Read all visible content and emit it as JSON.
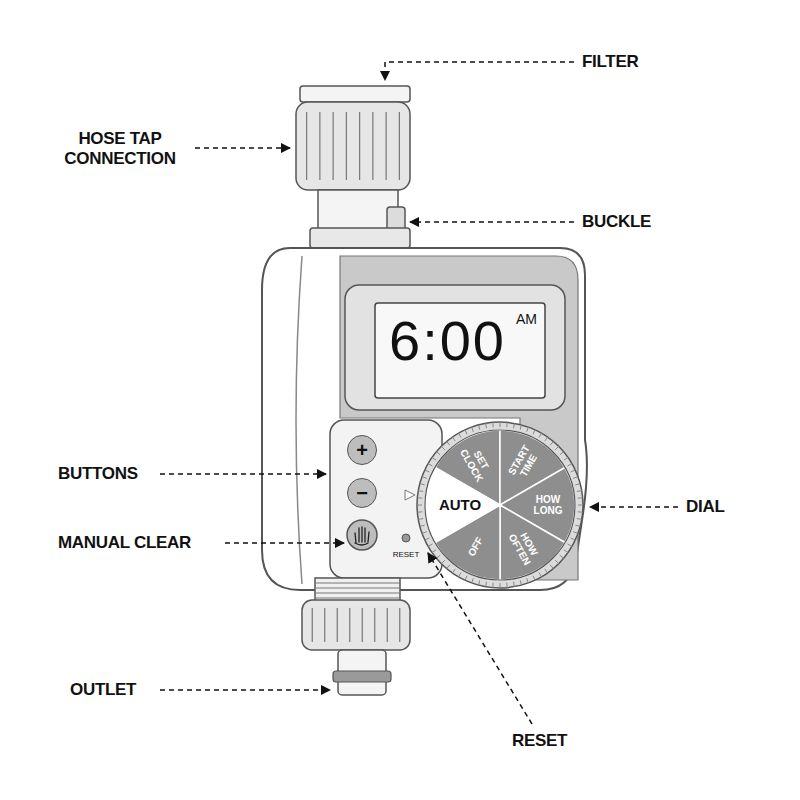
{
  "diagram": {
    "nodes": [
      {
        "text": [
          "6:00",
          "AM"
        ]
      },
      {
        "text": [
          "+"
        ]
      },
      {
        "text": [
          "−"
        ]
      },
      {
        "text": [
          "SET CLOCK",
          "START TIME",
          "HOW LONG",
          "HOW OFTEN",
          "OFF",
          "AUTO"
        ]
      }
    ],
    "labels": [
      "FILTER",
      "HOSE TAP CONNECTION",
      "BUCKLE",
      "BUTTONS",
      "DIAL",
      "MANUAL CLEAR",
      "OUTLET",
      "RESET",
      "RESET"
    ]
  }
}
